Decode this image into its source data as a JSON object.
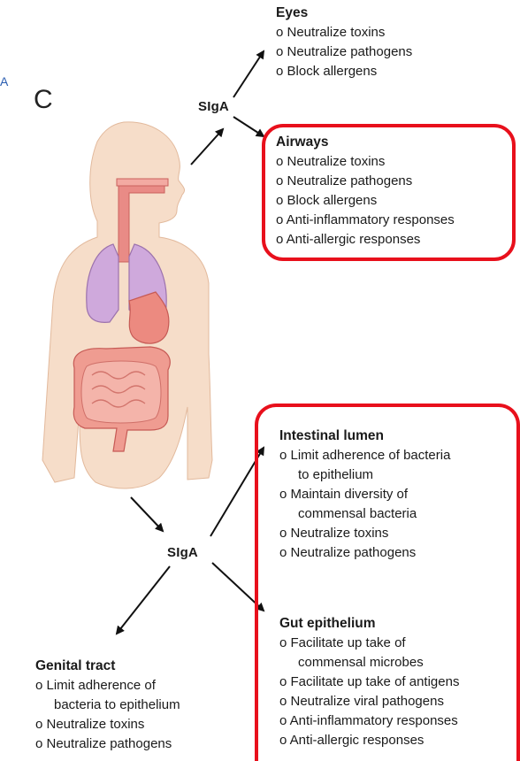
{
  "panel_label": "C",
  "stray_mark": "A",
  "siga_label": "SIgA",
  "colors": {
    "highlight": "#e8101c",
    "arrow": "#111111",
    "lung": "#c9a6d6",
    "gut": "#f08a8a"
  },
  "blocks": {
    "eyes": {
      "title": "Eyes",
      "items": [
        "o Neutralize toxins",
        "o Neutralize pathogens",
        "o Block allergens"
      ]
    },
    "airways": {
      "title": "Airways",
      "items": [
        "o Neutralize toxins",
        "o Neutralize pathogens",
        "o Block allergens",
        "o Anti-inflammatory responses",
        "o Anti-allergic responses"
      ]
    },
    "intestinal_lumen": {
      "title": "Intestinal lumen",
      "items": [
        {
          "text": "o Limit adherence of bacteria",
          "cont": "to epithelium"
        },
        {
          "text": "o Maintain diversity of",
          "cont": "commensal bacteria"
        },
        {
          "text": "o Neutralize toxins"
        },
        {
          "text": "o Neutralize pathogens"
        }
      ]
    },
    "gut_epithelium": {
      "title": "Gut epithelium",
      "items": [
        {
          "text": "o Facilitate up take of",
          "cont": "commensal microbes"
        },
        {
          "text": "o Facilitate up take of antigens"
        },
        {
          "text": "o Neutralize viral pathogens"
        },
        {
          "text": "o Anti-inflammatory responses"
        },
        {
          "text": "o Anti-allergic responses"
        }
      ]
    },
    "genital_tract": {
      "title": "Genital tract",
      "items": [
        {
          "text": "o Limit adherence of",
          "cont": "bacteria to epithelium"
        },
        {
          "text": "o Neutralize toxins"
        },
        {
          "text": "o Neutralize pathogens"
        }
      ]
    }
  }
}
